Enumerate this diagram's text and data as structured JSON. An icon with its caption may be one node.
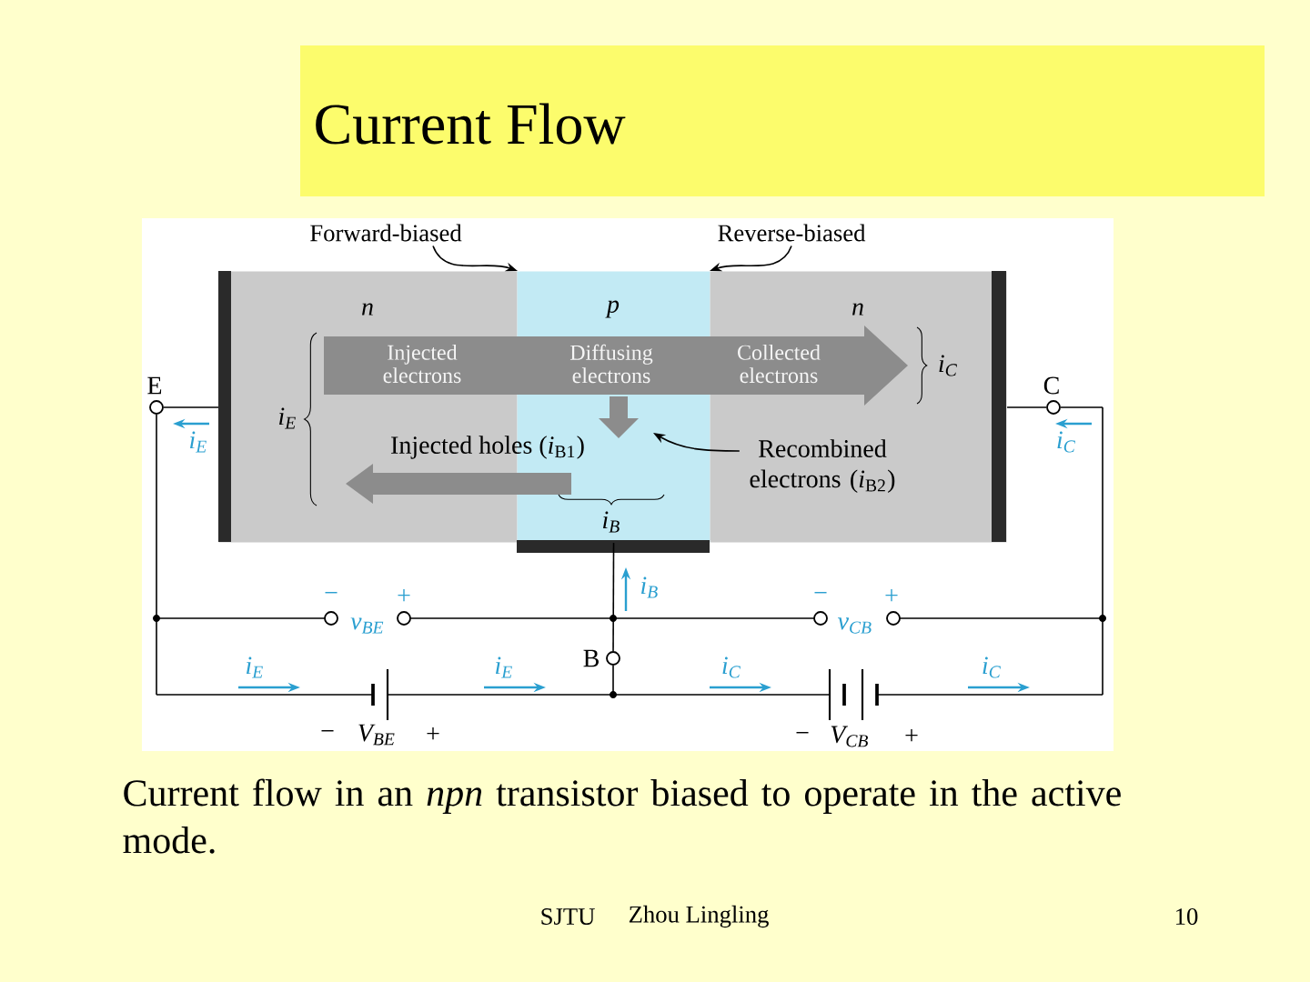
{
  "diagram": {
    "title": "Current Flow",
    "caption": "Current flow in an *npn* transistor biased to operate in the active mode.",
    "nodes": [
      {
        "text": [
          "n"
        ]
      },
      {
        "text": [
          "p"
        ]
      },
      {
        "text": [
          "n"
        ]
      },
      {
        "text": [
          "Injected electrons",
          "Diffusing electrons",
          "Collected electrons"
        ]
      },
      {
        "text": [
          "Forward-biased"
        ]
      },
      {
        "text": [
          "Reverse-biased"
        ]
      },
      {
        "text": [
          "Recombined electrons (*i*$_{B2}$)"
        ],
        "in": 2
      },
      {
        "text": [
          "E"
        ]
      },
      {
        "text": [
          "C"
        ]
      },
      {
        "text": [
          "B"
        ]
      }
    ],
    "edges": [
      {
        "from": 4,
        "to": 0,
        "arrow": "to"
      },
      {
        "from": 5,
        "to": 2,
        "arrow": "to"
      },
      {
        "from": 6,
        "to": 1,
        "arrow": "to"
      },
      {
        "from": 7,
        "to": 0,
        "arrow": "none"
      },
      {
        "from": 8,
        "to": 2,
        "arrow": "none"
      },
      {
        "from": 9,
        "to": 1,
        "arrow": "none"
      }
    ],
    "labels": [
      "i$_{C}$",
      "i$_{E}$",
      "i$_{E}$",
      "Injected holes (*i*$_{B1}$)",
      "i$_{C}$",
      "i$_{B}$",
      "i$_{B}$",
      "−",
      "+",
      "−",
      "+",
      "v$_{BE}$",
      "v$_{CB}$",
      "i$_{E}$",
      "i$_{E}$",
      "i$_{C}$",
      "i$_{C}$",
      "−",
      "V$_{BE}$",
      "+",
      "−",
      "V$_{CB}$",
      "+",
      "SJTU",
      "Zhou Lingling",
      "10"
    ]
  }
}
